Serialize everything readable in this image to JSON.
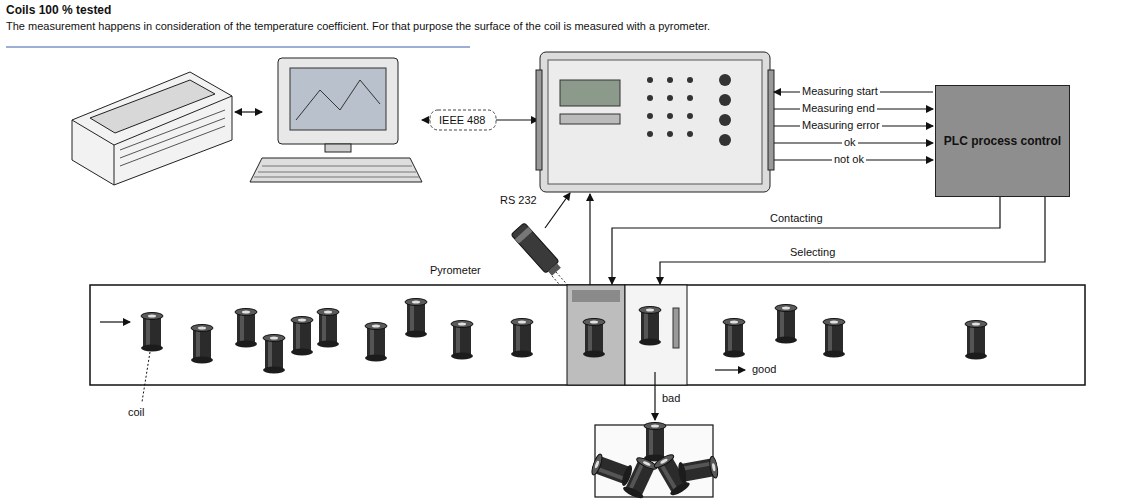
{
  "diagram": {
    "title": "Coils 100 % tested",
    "nodes": [
      {
        "text": [
          "PLC process control"
        ]
      }
    ],
    "labels": [
      "The measurement happens in consideration of the temperature coefficient. For that purpose the surface of the coil is measured with a pyrometer.",
      "IEEE 488",
      "Measuring start",
      "Measuring end",
      "Measuring error",
      "ok",
      "not ok",
      "RS 232",
      "Pyrometer",
      "Contacting",
      "Selecting",
      "coil",
      "good",
      "bad"
    ]
  }
}
